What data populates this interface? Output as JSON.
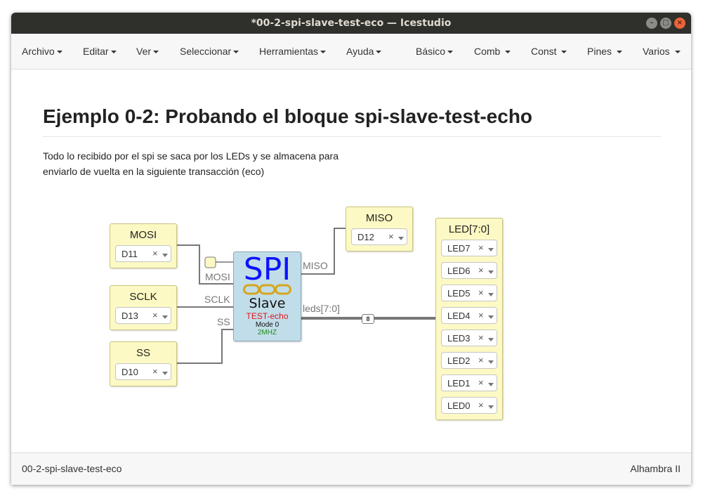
{
  "window": {
    "title": "*00-2-spi-slave-test-eco — Icestudio"
  },
  "menu": {
    "left": [
      "Archivo",
      "Editar",
      "Ver",
      "Seleccionar",
      "Herramientas",
      "Ayuda"
    ],
    "right": [
      "Básico",
      "Comb",
      "Const",
      "Pines",
      "Varios"
    ]
  },
  "content": {
    "title": "Ejemplo 0-2: Probando el bloque spi-slave-test-echo",
    "description_line1": "Todo lo recibido por el spi se saca por los LEDs y se almacena para",
    "description_line2": "enviarlo de vuelta en la siguiente transacción (eco)"
  },
  "blocks": {
    "mosi": {
      "label": "MOSI",
      "pin": "D11"
    },
    "sclk": {
      "label": "SCLK",
      "pin": "D13"
    },
    "ss": {
      "label": "SS",
      "pin": "D10"
    },
    "miso": {
      "label": "MISO",
      "pin": "D12"
    },
    "leds": {
      "label": "LED[7:0]",
      "pins": [
        "LED7",
        "LED6",
        "LED5",
        "LED4",
        "LED3",
        "LED2",
        "LED1",
        "LED0"
      ]
    },
    "spi": {
      "logo": "SPI",
      "title": "Slave",
      "subtitle": "TEST-echo",
      "mode": "Mode 0",
      "freq": "2MHZ",
      "ports": {
        "mosi": "MOSI",
        "sclk": "SCLK",
        "ss": "SS",
        "miso": "MISO",
        "leds": "leds[7:0]"
      }
    },
    "bus_width": "8",
    "clear_glyph": "×"
  },
  "status": {
    "file": "00-2-spi-slave-test-eco",
    "board": "Alhambra II"
  },
  "colors": {
    "io_block": "#fcf9c4",
    "spi_block": "#c1dde9",
    "spi_logo": "#0d12ff",
    "test_echo": "#e3141b",
    "freq": "#1f8b20",
    "wire": "#777777"
  }
}
